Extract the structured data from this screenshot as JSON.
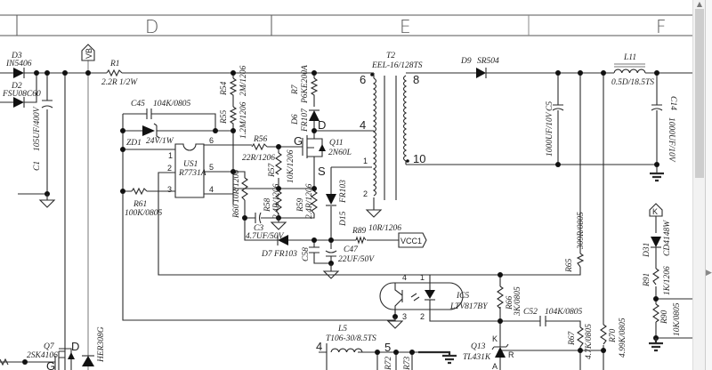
{
  "columns": [
    "D",
    "E",
    "F"
  ],
  "ports": {
    "vb": "VB",
    "vcc1": "VCC1",
    "k": "K"
  },
  "labels": {
    "d3": "D3",
    "d3v": "IN5406",
    "d2": "D2",
    "d2v": "FSU08C60",
    "c1": "C1",
    "c1v": "105UF/400V",
    "r1": "R1",
    "r1v": "2.2R 1/2W",
    "r54": "R54",
    "r54v": "2M/1206",
    "r55": "R55",
    "r55v": "1.2M/1206",
    "c45": "C45",
    "c45v": "104K/0805",
    "zd1": "ZD1",
    "zd1v": "24V/1W",
    "us1": "US1",
    "us1v": "R7731A",
    "r61": "R61",
    "r61v": "100K/0805",
    "r7": "R7",
    "r7v": "P6KE200A",
    "d6": "D6",
    "d6v": "FR107",
    "r56": "R56",
    "r56v": "22R/1206",
    "q11": "Q11",
    "q11v": "2N60L",
    "r57": "R57",
    "r57v": "10K/1206",
    "r60": "R60",
    "r60v": "10R/1206",
    "r58": "R58",
    "r58v": "2.4R/1206",
    "r59": "R59",
    "r59v": "2.4R/1206",
    "c3": "C3",
    "c3v": "4.7UF/50V",
    "d7": "D7 FR103",
    "c58": "C58",
    "c47": "C47",
    "c47v": "22UF/50V",
    "d15": "D15",
    "d15v": "FR103",
    "r89": "R89",
    "r89v": "10R/1206",
    "t2": "T2",
    "t2v": "EEL-16/128TS",
    "d9": "D9",
    "d9v": "SR504",
    "c5": "C5",
    "c5v": "1000UF/10V",
    "l11": "L11",
    "l11v": "0.5D/18.5TS",
    "c14": "C14",
    "c14v": "1000UF/10V",
    "r65": "R65",
    "r65v": "309R/0805",
    "ic5": "IC5",
    "ic5v": "LTV817BY",
    "r66": "R66",
    "r66v": "3K/0805",
    "c52": "C52",
    "c52v": "104K/0805",
    "r67": "R67",
    "r67v": "4.7K/0805",
    "r70": "R70",
    "r70v": "4.99K/0805",
    "q13": "Q13",
    "q13v": "TL431K",
    "d31": "D31",
    "d31v": "CD4148W",
    "r91": "R91",
    "r91v": "1K/1206",
    "r90": "R90",
    "r90v": "10K/0805",
    "q7": "Q7",
    "q7v": "2SK4106",
    "d5v": "HER308G",
    "l5": "L5",
    "l5v": "T106-30/8.5TS",
    "r72": "R72",
    "r73": "R73"
  },
  "pins": {
    "us1": [
      "1",
      "2",
      "3",
      "4",
      "5",
      "6"
    ],
    "t2": [
      "6",
      "4",
      "1",
      "2",
      "8",
      "10"
    ],
    "ic5": [
      "4",
      "1",
      "3",
      "2"
    ],
    "q11": [
      "G",
      "D",
      "S"
    ],
    "q13": [
      "K",
      "A",
      "R"
    ],
    "q7": [
      "D",
      "G"
    ],
    "l5": [
      "4",
      "5"
    ]
  }
}
